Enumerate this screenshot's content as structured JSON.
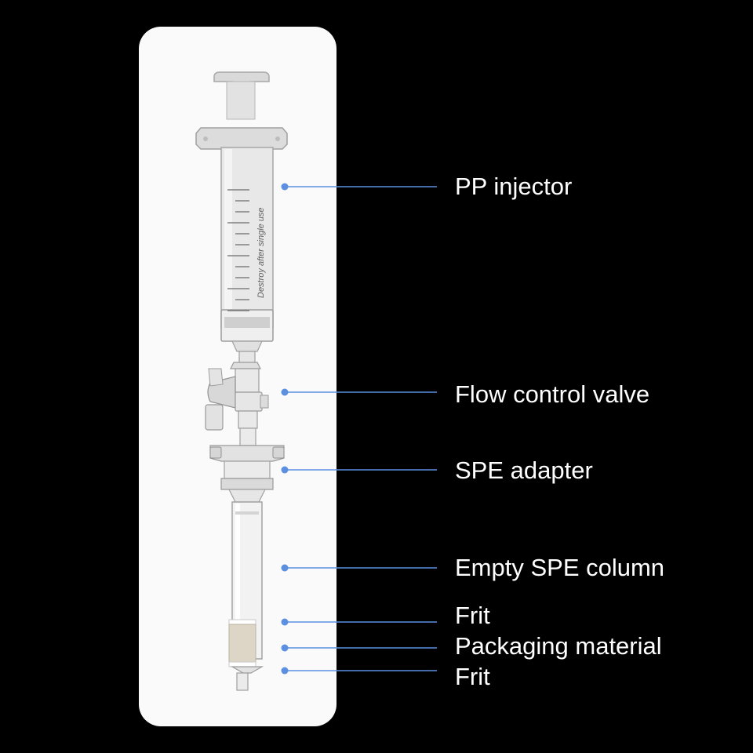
{
  "colors": {
    "background": "#000000",
    "panel": "#fafafa",
    "leader_line": "#5b8fe0",
    "label_text": "#ffffff"
  },
  "syringe_markings": {
    "text": "Destroy after single use"
  },
  "labels": [
    {
      "text": "PP injector"
    },
    {
      "text": "Flow control valve"
    },
    {
      "text": "SPE adapter"
    },
    {
      "text": "Empty SPE column"
    },
    {
      "text": "Frit"
    },
    {
      "text": "Packaging material"
    },
    {
      "text": "Frit"
    }
  ]
}
